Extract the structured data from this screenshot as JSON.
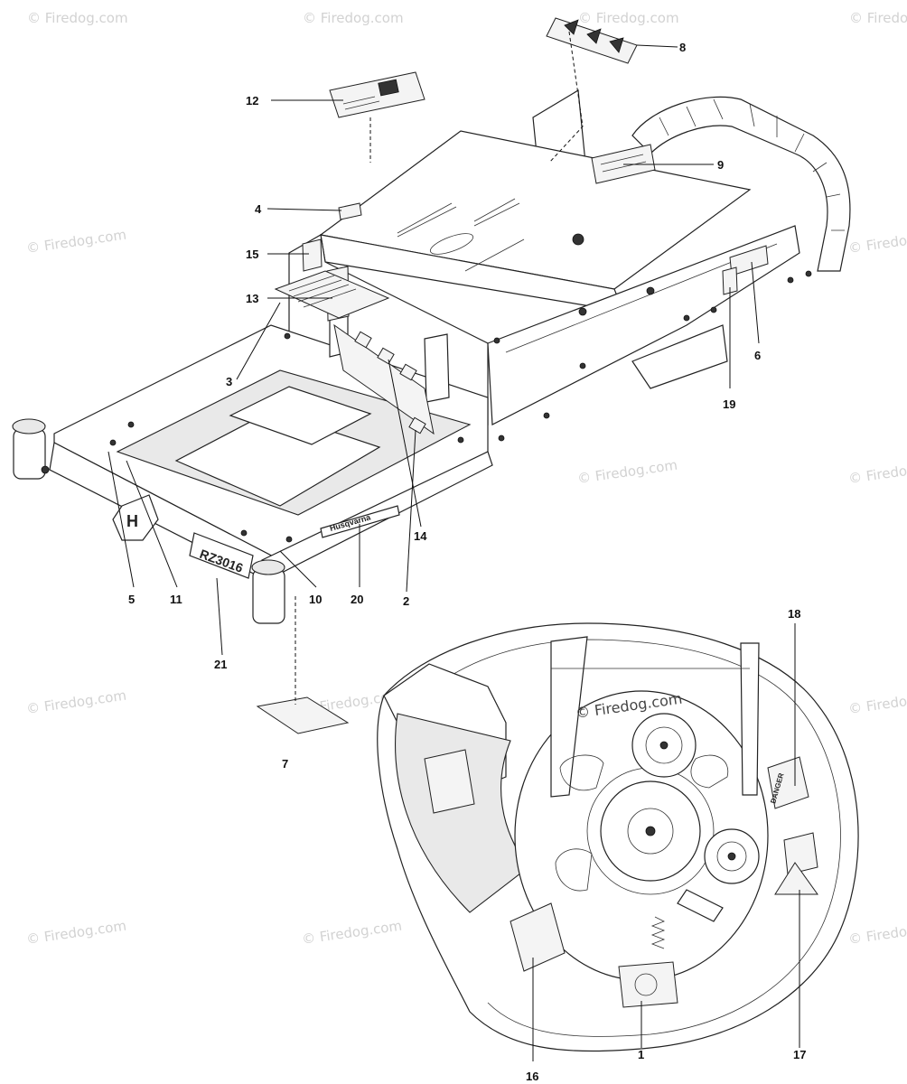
{
  "watermark": "© Firedog.com",
  "deck_watermark": "© Firedog.com",
  "frame_label_model": "RZ3016",
  "frame_label_brand": "Husqvarna",
  "deck_decal_text": "DANGER",
  "callouts": [
    {
      "id": "12",
      "label": "12"
    },
    {
      "id": "8",
      "label": "8"
    },
    {
      "id": "9",
      "label": "9"
    },
    {
      "id": "4",
      "label": "4"
    },
    {
      "id": "15",
      "label": "15"
    },
    {
      "id": "13",
      "label": "13"
    },
    {
      "id": "3",
      "label": "3"
    },
    {
      "id": "6",
      "label": "6"
    },
    {
      "id": "19",
      "label": "19"
    },
    {
      "id": "14",
      "label": "14"
    },
    {
      "id": "5",
      "label": "5"
    },
    {
      "id": "11",
      "label": "11"
    },
    {
      "id": "10",
      "label": "10"
    },
    {
      "id": "20",
      "label": "20"
    },
    {
      "id": "2",
      "label": "2"
    },
    {
      "id": "21",
      "label": "21"
    },
    {
      "id": "7",
      "label": "7"
    },
    {
      "id": "18",
      "label": "18"
    },
    {
      "id": "1",
      "label": "1"
    },
    {
      "id": "17",
      "label": "17"
    },
    {
      "id": "16",
      "label": "16"
    }
  ]
}
